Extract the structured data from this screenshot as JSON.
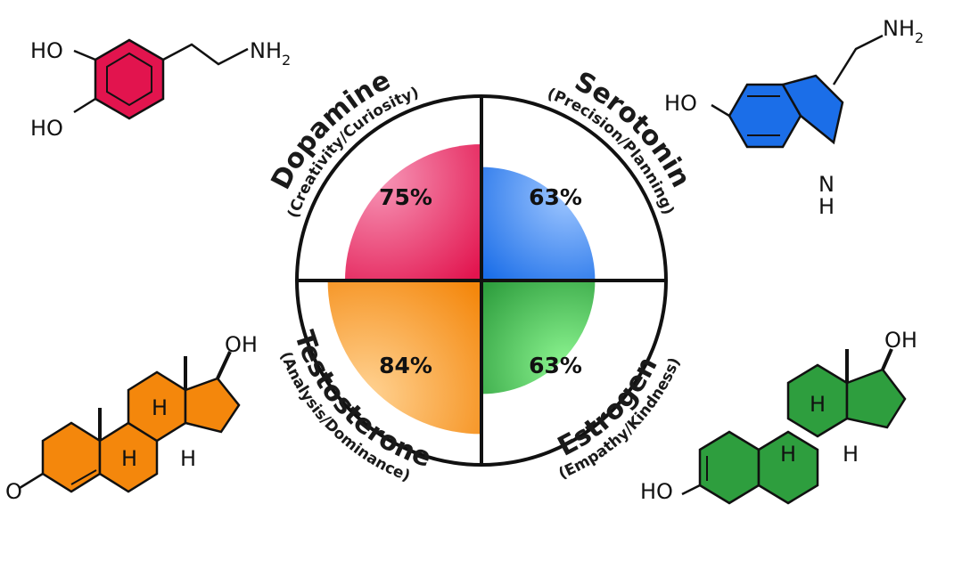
{
  "quadrants": [
    {
      "id": "dopamine",
      "name": "Dopamine",
      "subtitle": "(Creativity/Curiosity)",
      "value": 75,
      "value_label": "75%",
      "color": "#e2144e",
      "highlight": "#f797b8"
    },
    {
      "id": "serotonin",
      "name": "Serotonin",
      "subtitle": "(Precision/Planning)",
      "value": 63,
      "value_label": "63%",
      "color": "#1b6ee8",
      "highlight": "#9ec6ff"
    },
    {
      "id": "testosterone",
      "name": "Testosterone",
      "subtitle": "(Analysis/Dominance)",
      "value": 84,
      "value_label": "84%",
      "color": "#f4870c",
      "highlight": "#ffd394"
    },
    {
      "id": "estrogen",
      "name": "Estrogen",
      "subtitle": "(Empathy/Kindness)",
      "value": 63,
      "value_label": "63%",
      "color": "#2e9e3e",
      "highlight": "#8df591"
    }
  ],
  "molecules": {
    "dopamine": {
      "color": "#e2144e",
      "labels": {
        "ho1": "HO",
        "ho2": "HO",
        "nh": "NH",
        "sub": "2"
      }
    },
    "serotonin": {
      "color": "#1b6ee8",
      "labels": {
        "ho": "HO",
        "nh": "NH",
        "sub": "2",
        "n": "N",
        "h": "H"
      }
    },
    "testosterone": {
      "color": "#f4870c",
      "labels": {
        "oh": "OH",
        "o": "O",
        "h1": "H",
        "h2": "H",
        "h3": "H"
      }
    },
    "estrogen": {
      "color": "#2e9e3e",
      "labels": {
        "oh": "OH",
        "ho": "HO",
        "h1": "H",
        "h2": "H",
        "h3": "H"
      }
    }
  }
}
